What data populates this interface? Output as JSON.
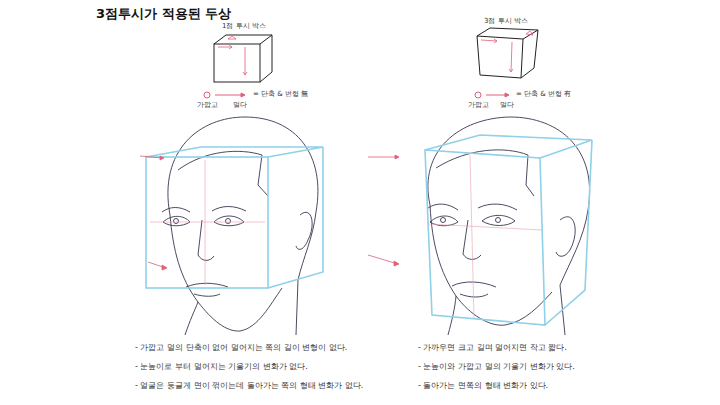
{
  "diagram": {
    "title": "3점투시가 적용된 두상",
    "labels": [
      "1점 투시 박스",
      "가깝고",
      "멀다",
      "= 단축 & 변형 無",
      "3점 투시 박스",
      "가깝고",
      "멀다",
      "= 단축 & 변형 有",
      "- 가깝고 멀의 단축이 없어 멀어지는 쪽의 길이 변형이 없다.",
      "- 눈높이로 부터 멀어지는 기울기의 변화가 없다.",
      "- 얼굴은 둥글게 면이 꺾이는데 돌아가는 쪽의 형태 변화가 없다.",
      "- 가까우면 크고 길며 멀어지면 작고 짧다.",
      "- 눈높이와 가깝고 멀의 기울기 변화가 있다.",
      "- 돌아가는 면쪽의 형태 변화가 있다."
    ]
  }
}
